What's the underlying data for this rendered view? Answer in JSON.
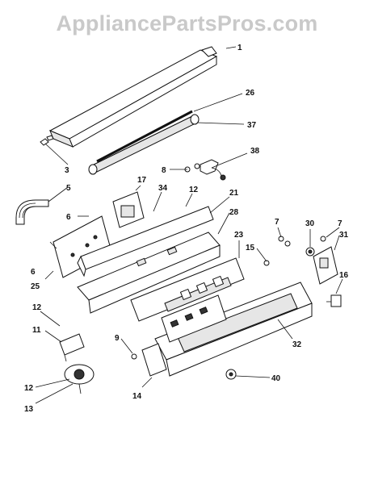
{
  "watermark": "AppliancePartsPros.com",
  "callouts": [
    "1",
    "26",
    "37",
    "38",
    "3",
    "8",
    "5",
    "17",
    "34",
    "12",
    "21",
    "6",
    "28",
    "7",
    "30",
    "31",
    "15",
    "23",
    "25",
    "16",
    "11",
    "9",
    "32",
    "40",
    "14",
    "13"
  ]
}
